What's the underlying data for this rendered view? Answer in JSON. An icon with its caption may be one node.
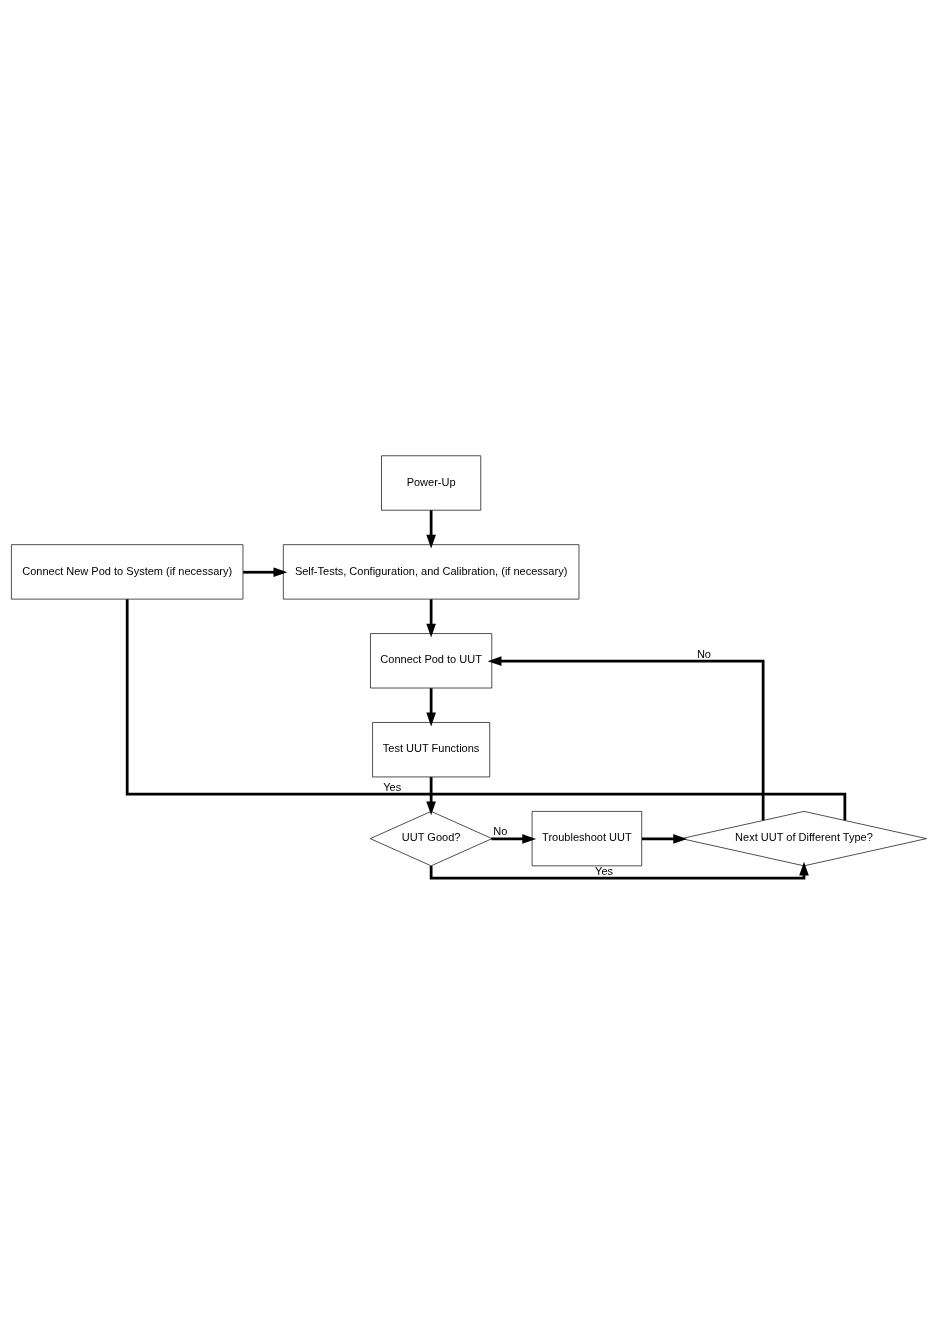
{
  "diagram": {
    "nodes": [
      {
        "text": [
          "Power-Up"
        ]
      },
      {
        "text": [
          "Self-Tests, Configuration, and Calibration, (if necessary)"
        ]
      },
      {
        "text": [
          "Connect New Pod to System (if necessary)"
        ]
      },
      {
        "text": [
          "Connect Pod to UUT"
        ]
      },
      {
        "text": [
          "Test UUT Functions"
        ]
      },
      {
        "text": [
          "Next UUT of Different Type?"
        ]
      },
      {
        "text": [
          "UUT Good?"
        ]
      },
      {
        "text": [
          "Troubleshoot UUT"
        ]
      }
    ],
    "edges": [
      {
        "from": 0,
        "to": 1,
        "arrow": "to"
      },
      {
        "from": 2,
        "to": 1,
        "arrow": "to"
      },
      {
        "from": 1,
        "to": 3,
        "arrow": "to"
      },
      {
        "from": 5,
        "to": 3,
        "arrow": "to",
        "label": "No"
      },
      {
        "from": 3,
        "to": 4,
        "arrow": "to"
      },
      {
        "from": 4,
        "to": 6,
        "arrow": "to"
      },
      {
        "from": 6,
        "to": 5,
        "arrow": "to",
        "label": "Yes"
      },
      {
        "from": 6,
        "to": 7,
        "arrow": "to",
        "label": "No"
      },
      {
        "from": 7,
        "to": 5,
        "arrow": "to"
      },
      {
        "from": 5,
        "to": 2,
        "arrow": "none",
        "label": "Yes"
      }
    ]
  }
}
